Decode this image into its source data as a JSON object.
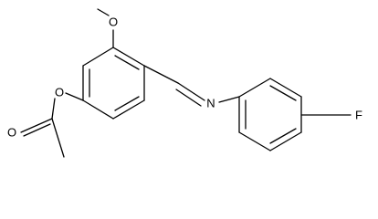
{
  "molecule": {
    "atom_labels": {
      "methoxy_oxygen": "O",
      "ester_oxygen": "O",
      "carbonyl_oxygen": "O",
      "imine_nitrogen": "N",
      "fluorine": "F"
    },
    "colors": {
      "bond": "#000000",
      "label": "#000000",
      "background": "#ffffff"
    }
  }
}
